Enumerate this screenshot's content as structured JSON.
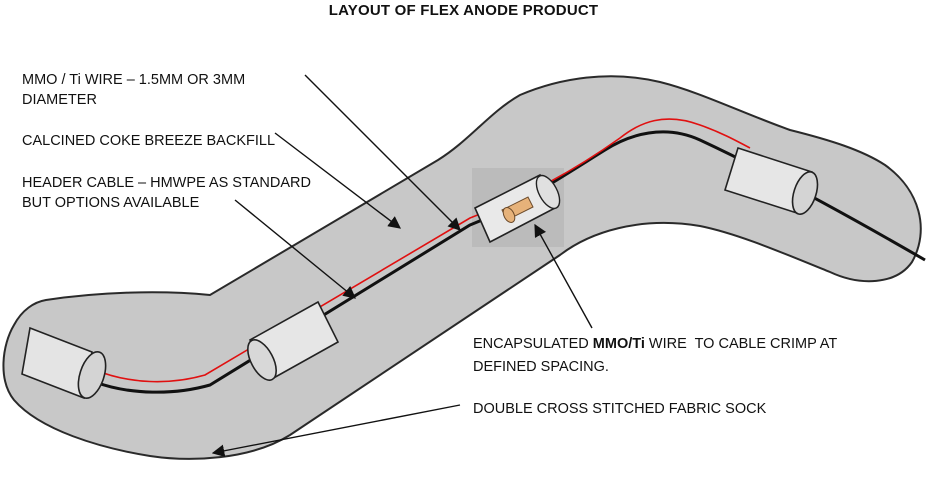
{
  "title": "LAYOUT OF FLEX ANODE PRODUCT",
  "labels": {
    "mmo_wire_line1": "MMO / Ti WIRE – 1.5MM OR 3MM",
    "mmo_wire_line2": "DIAMETER",
    "backfill": "CALCINED COKE BREEZE BACKFILL",
    "header_cable_line1": "HEADER CABLE – HMWPE AS STANDARD",
    "header_cable_line2": "BUT OPTIONS AVAILABLE",
    "encapsulated_prefix": "ENCAPSULATED ",
    "encapsulated_bold": "MMO/Ti",
    "encapsulated_suffix": " WIRE  TO CABLE CRIMP AT",
    "encapsulated_line2": "DEFINED SPACING.",
    "sock": "DOUBLE CROSS STITCHED FABRIC SOCK"
  },
  "colors": {
    "sock_fill": "#c8c8c8",
    "sock_outline": "#2a2a2a",
    "cable": "#111111",
    "wire": "#e01010",
    "highlight_box": "#bdbdbd",
    "crimp": "#e6b27a"
  }
}
